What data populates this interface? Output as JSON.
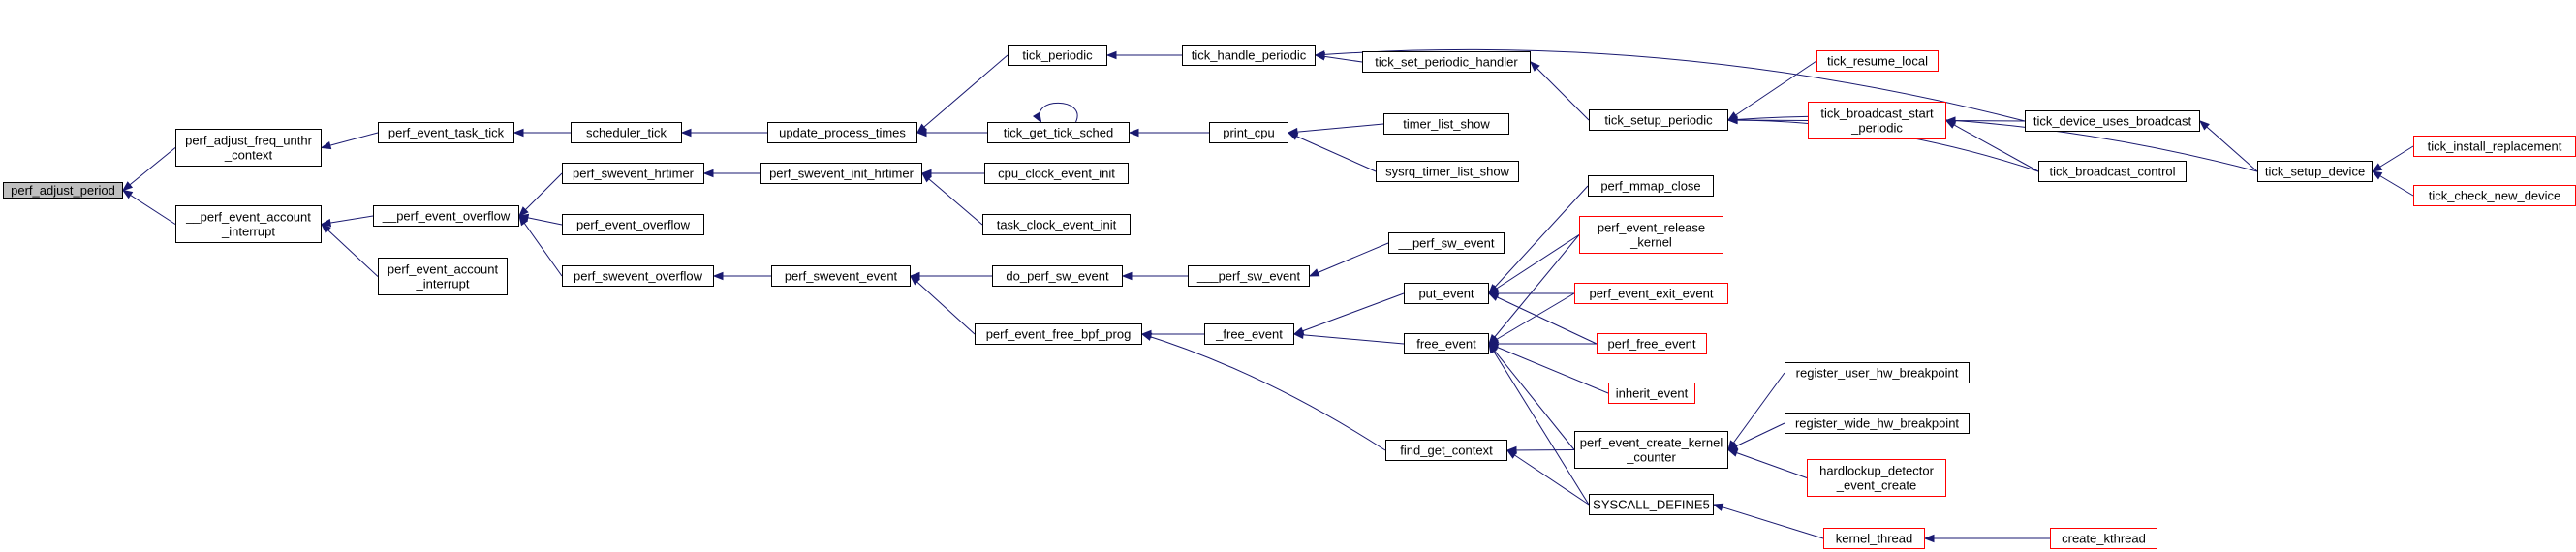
{
  "colors": {
    "root_fill": "#bfbfbf",
    "root_stroke": "#000000",
    "normal_stroke": "#000000",
    "truncated_stroke": "#ff0000",
    "node_fill": "#ffffff",
    "edge": "#191970"
  },
  "nodes": [
    {
      "id": "perf_adjust_period",
      "lines": [
        "perf_adjust_period"
      ],
      "kind": "root"
    },
    {
      "id": "perf_adjust_freq_unthr_context",
      "lines": [
        "perf_adjust_freq_unthr",
        "_context"
      ],
      "kind": "normal"
    },
    {
      "id": "__perf_event_account_interrupt",
      "lines": [
        "__perf_event_account",
        "_interrupt"
      ],
      "kind": "normal"
    },
    {
      "id": "perf_event_task_tick",
      "lines": [
        "perf_event_task_tick"
      ],
      "kind": "normal"
    },
    {
      "id": "__perf_event_overflow",
      "lines": [
        "__perf_event_overflow"
      ],
      "kind": "normal"
    },
    {
      "id": "perf_event_account_interrupt",
      "lines": [
        "perf_event_account",
        "_interrupt"
      ],
      "kind": "normal"
    },
    {
      "id": "scheduler_tick",
      "lines": [
        "scheduler_tick"
      ],
      "kind": "normal"
    },
    {
      "id": "perf_swevent_hrtimer",
      "lines": [
        "perf_swevent_hrtimer"
      ],
      "kind": "normal"
    },
    {
      "id": "perf_event_overflow",
      "lines": [
        "perf_event_overflow"
      ],
      "kind": "normal"
    },
    {
      "id": "perf_swevent_overflow",
      "lines": [
        "perf_swevent_overflow"
      ],
      "kind": "normal"
    },
    {
      "id": "update_process_times",
      "lines": [
        "update_process_times"
      ],
      "kind": "normal"
    },
    {
      "id": "perf_swevent_init_hrtimer",
      "lines": [
        "perf_swevent_init_hrtimer"
      ],
      "kind": "normal"
    },
    {
      "id": "perf_swevent_event",
      "lines": [
        "perf_swevent_event"
      ],
      "kind": "normal"
    },
    {
      "id": "tick_periodic",
      "lines": [
        "tick_periodic"
      ],
      "kind": "normal"
    },
    {
      "id": "tick_get_tick_sched",
      "lines": [
        "tick_get_tick_sched"
      ],
      "kind": "normal"
    },
    {
      "id": "cpu_clock_event_init",
      "lines": [
        "cpu_clock_event_init"
      ],
      "kind": "normal"
    },
    {
      "id": "task_clock_event_init",
      "lines": [
        "task_clock_event_init"
      ],
      "kind": "normal"
    },
    {
      "id": "do_perf_sw_event",
      "lines": [
        "do_perf_sw_event"
      ],
      "kind": "normal"
    },
    {
      "id": "perf_event_free_bpf_prog",
      "lines": [
        "perf_event_free_bpf_prog"
      ],
      "kind": "normal"
    },
    {
      "id": "tick_handle_periodic",
      "lines": [
        "tick_handle_periodic"
      ],
      "kind": "normal"
    },
    {
      "id": "print_cpu",
      "lines": [
        "print_cpu"
      ],
      "kind": "normal"
    },
    {
      "id": "___perf_sw_event",
      "lines": [
        "___perf_sw_event"
      ],
      "kind": "normal"
    },
    {
      "id": "_free_event",
      "lines": [
        "_free_event"
      ],
      "kind": "normal"
    },
    {
      "id": "tick_set_periodic_handler",
      "lines": [
        "tick_set_periodic_handler"
      ],
      "kind": "normal"
    },
    {
      "id": "timer_list_show",
      "lines": [
        "timer_list_show"
      ],
      "kind": "normal"
    },
    {
      "id": "sysrq_timer_list_show",
      "lines": [
        "sysrq_timer_list_show"
      ],
      "kind": "normal"
    },
    {
      "id": "__perf_sw_event",
      "lines": [
        "__perf_sw_event"
      ],
      "kind": "normal"
    },
    {
      "id": "put_event",
      "lines": [
        "put_event"
      ],
      "kind": "normal"
    },
    {
      "id": "free_event",
      "lines": [
        "free_event"
      ],
      "kind": "normal"
    },
    {
      "id": "find_get_context",
      "lines": [
        "find_get_context"
      ],
      "kind": "normal"
    },
    {
      "id": "tick_setup_periodic",
      "lines": [
        "tick_setup_periodic"
      ],
      "kind": "normal"
    },
    {
      "id": "perf_mmap_close",
      "lines": [
        "perf_mmap_close"
      ],
      "kind": "normal"
    },
    {
      "id": "perf_event_release_kernel",
      "lines": [
        "perf_event_release",
        "_kernel"
      ],
      "kind": "truncated"
    },
    {
      "id": "perf_event_exit_event",
      "lines": [
        "perf_event_exit_event"
      ],
      "kind": "truncated"
    },
    {
      "id": "perf_free_event",
      "lines": [
        "perf_free_event"
      ],
      "kind": "truncated"
    },
    {
      "id": "inherit_event",
      "lines": [
        "inherit_event"
      ],
      "kind": "truncated"
    },
    {
      "id": "perf_event_create_kernel_counter",
      "lines": [
        "perf_event_create_kernel",
        "_counter"
      ],
      "kind": "normal"
    },
    {
      "id": "SYSCALL_DEFINE5",
      "lines": [
        "SYSCALL_DEFINE5"
      ],
      "kind": "normal"
    },
    {
      "id": "tick_resume_local",
      "lines": [
        "tick_resume_local"
      ],
      "kind": "truncated"
    },
    {
      "id": "tick_broadcast_start_periodic",
      "lines": [
        "tick_broadcast_start",
        "_periodic"
      ],
      "kind": "truncated"
    },
    {
      "id": "register_user_hw_breakpoint",
      "lines": [
        "register_user_hw_breakpoint"
      ],
      "kind": "normal"
    },
    {
      "id": "register_wide_hw_breakpoint",
      "lines": [
        "register_wide_hw_breakpoint"
      ],
      "kind": "normal"
    },
    {
      "id": "hardlockup_detector_event_create",
      "lines": [
        "hardlockup_detector",
        "_event_create"
      ],
      "kind": "truncated"
    },
    {
      "id": "kernel_thread",
      "lines": [
        "kernel_thread"
      ],
      "kind": "truncated"
    },
    {
      "id": "tick_device_uses_broadcast",
      "lines": [
        "tick_device_uses_broadcast"
      ],
      "kind": "normal"
    },
    {
      "id": "tick_broadcast_control",
      "lines": [
        "tick_broadcast_control"
      ],
      "kind": "normal"
    },
    {
      "id": "create_kthread",
      "lines": [
        "create_kthread"
      ],
      "kind": "truncated"
    },
    {
      "id": "tick_setup_device",
      "lines": [
        "tick_setup_device"
      ],
      "kind": "normal"
    },
    {
      "id": "tick_install_replacement",
      "lines": [
        "tick_install_replacement"
      ],
      "kind": "truncated"
    },
    {
      "id": "tick_check_new_device",
      "lines": [
        "tick_check_new_device"
      ],
      "kind": "truncated"
    }
  ],
  "edges": [
    [
      "perf_adjust_freq_unthr_context",
      "perf_adjust_period"
    ],
    [
      "__perf_event_account_interrupt",
      "perf_adjust_period"
    ],
    [
      "perf_event_task_tick",
      "perf_adjust_freq_unthr_context"
    ],
    [
      "scheduler_tick",
      "perf_event_task_tick"
    ],
    [
      "update_process_times",
      "scheduler_tick"
    ],
    [
      "tick_periodic",
      "update_process_times"
    ],
    [
      "tick_get_tick_sched",
      "update_process_times"
    ],
    [
      "tick_get_tick_sched",
      "tick_get_tick_sched"
    ],
    [
      "tick_handle_periodic",
      "tick_periodic"
    ],
    [
      "print_cpu",
      "tick_get_tick_sched"
    ],
    [
      "tick_set_periodic_handler",
      "tick_handle_periodic"
    ],
    [
      "tick_device_uses_broadcast",
      "tick_handle_periodic"
    ],
    [
      "timer_list_show",
      "print_cpu"
    ],
    [
      "sysrq_timer_list_show",
      "print_cpu"
    ],
    [
      "tick_setup_periodic",
      "tick_set_periodic_handler"
    ],
    [
      "tick_resume_local",
      "tick_setup_periodic"
    ],
    [
      "tick_broadcast_start_periodic",
      "tick_setup_periodic"
    ],
    [
      "tick_broadcast_control",
      "tick_setup_periodic"
    ],
    [
      "tick_setup_device",
      "tick_setup_periodic"
    ],
    [
      "tick_device_uses_broadcast",
      "tick_broadcast_start_periodic"
    ],
    [
      "tick_broadcast_control",
      "tick_broadcast_start_periodic"
    ],
    [
      "tick_setup_device",
      "tick_device_uses_broadcast"
    ],
    [
      "tick_install_replacement",
      "tick_setup_device"
    ],
    [
      "tick_check_new_device",
      "tick_setup_device"
    ],
    [
      "__perf_event_overflow",
      "__perf_event_account_interrupt"
    ],
    [
      "perf_event_account_interrupt",
      "__perf_event_account_interrupt"
    ],
    [
      "perf_swevent_hrtimer",
      "__perf_event_overflow"
    ],
    [
      "perf_event_overflow",
      "__perf_event_overflow"
    ],
    [
      "perf_swevent_overflow",
      "__perf_event_overflow"
    ],
    [
      "perf_swevent_init_hrtimer",
      "perf_swevent_hrtimer"
    ],
    [
      "cpu_clock_event_init",
      "perf_swevent_init_hrtimer"
    ],
    [
      "task_clock_event_init",
      "perf_swevent_init_hrtimer"
    ],
    [
      "perf_swevent_event",
      "perf_swevent_overflow"
    ],
    [
      "do_perf_sw_event",
      "perf_swevent_event"
    ],
    [
      "perf_event_free_bpf_prog",
      "perf_swevent_event"
    ],
    [
      "___perf_sw_event",
      "do_perf_sw_event"
    ],
    [
      "__perf_sw_event",
      "___perf_sw_event"
    ],
    [
      "_free_event",
      "perf_event_free_bpf_prog"
    ],
    [
      "find_get_context",
      "perf_event_free_bpf_prog"
    ],
    [
      "put_event",
      "_free_event"
    ],
    [
      "free_event",
      "_free_event"
    ],
    [
      "perf_mmap_close",
      "put_event"
    ],
    [
      "perf_event_release_kernel",
      "put_event"
    ],
    [
      "perf_event_exit_event",
      "put_event"
    ],
    [
      "perf_free_event",
      "put_event"
    ],
    [
      "perf_event_release_kernel",
      "free_event"
    ],
    [
      "perf_event_exit_event",
      "free_event"
    ],
    [
      "perf_free_event",
      "free_event"
    ],
    [
      "inherit_event",
      "free_event"
    ],
    [
      "perf_event_create_kernel_counter",
      "free_event"
    ],
    [
      "SYSCALL_DEFINE5",
      "free_event"
    ],
    [
      "perf_event_create_kernel_counter",
      "find_get_context"
    ],
    [
      "SYSCALL_DEFINE5",
      "find_get_context"
    ],
    [
      "register_user_hw_breakpoint",
      "perf_event_create_kernel_counter"
    ],
    [
      "register_wide_hw_breakpoint",
      "perf_event_create_kernel_counter"
    ],
    [
      "hardlockup_detector_event_create",
      "perf_event_create_kernel_counter"
    ],
    [
      "kernel_thread",
      "SYSCALL_DEFINE5"
    ],
    [
      "create_kthread",
      "kernel_thread"
    ]
  ]
}
